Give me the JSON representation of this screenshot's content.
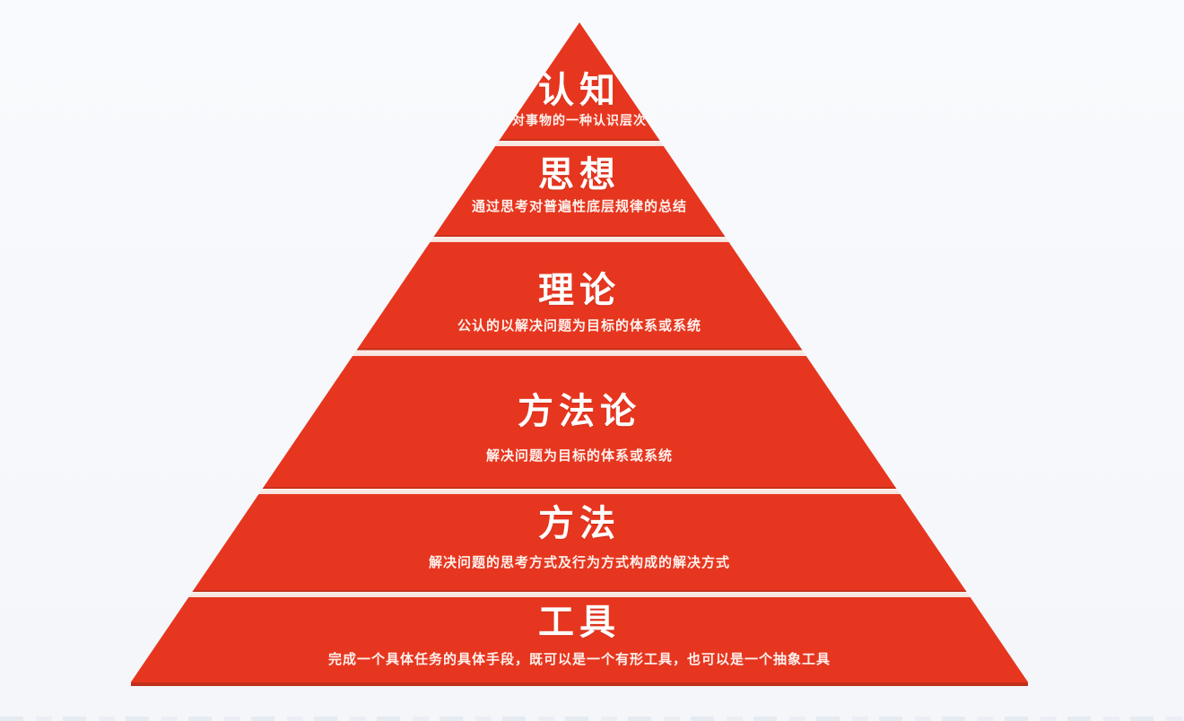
{
  "diagram": {
    "type": "pyramid",
    "levels": [
      {
        "title": "认知",
        "subtitle": "对事物的一种认识层次"
      },
      {
        "title": "思想",
        "subtitle": "通过思考对普遍性底层规律的总结"
      },
      {
        "title": "理论",
        "subtitle": "公认的以解决问题为目标的体系或系统"
      },
      {
        "title": "方法论",
        "subtitle": "解决问题为目标的体系或系统"
      },
      {
        "title": "方法",
        "subtitle": "解决问题的思考方式及行为方式构成的解决方式"
      },
      {
        "title": "工具",
        "subtitle": "完成一个具体任务的具体手段，既可以是一个有形工具，也可以是一个抽象工具"
      }
    ],
    "colors": {
      "level_fill": "#e7361f",
      "gap_band": "#f7e2dc",
      "gap_edge_line": "#c9321c",
      "base_edge": "#bf2f1a",
      "text": "#ffffff",
      "background": "#f5f7fb"
    }
  }
}
